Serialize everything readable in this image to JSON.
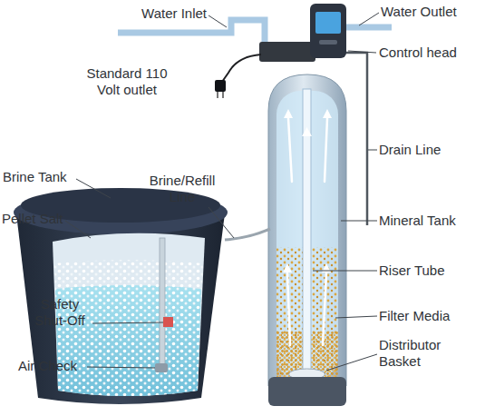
{
  "diagram": {
    "labels": [
      "Water Inlet",
      "Water Outlet",
      "Control head",
      "Standard 110 Volt outlet",
      "Drain Line",
      "Brine Tank",
      "Brine/Refill Line",
      "Pellet Salt",
      "Mineral Tank",
      "Riser Tube",
      "Safety Shut-Off",
      "Filter Media",
      "Distributor Basket",
      "Air Check"
    ]
  }
}
